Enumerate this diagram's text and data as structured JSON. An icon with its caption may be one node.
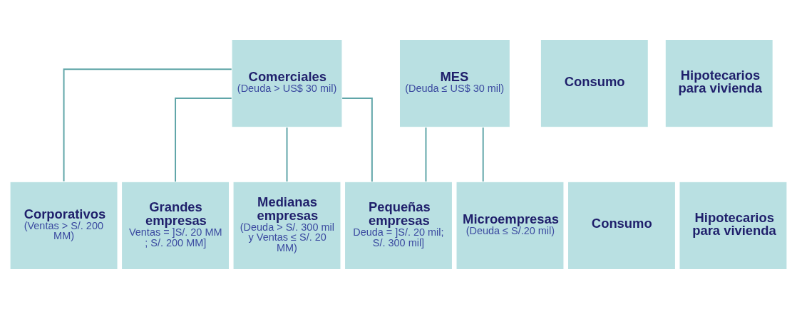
{
  "diagram": {
    "nodes": [
      {
        "text": [
          "Comerciales",
          "(Deuda > US$ 30 mil)"
        ]
      },
      {
        "text": [
          "MES",
          "(Deuda ≤ US$ 30 mil)"
        ]
      },
      {
        "text": [
          "Consumo"
        ]
      },
      {
        "text": [
          "Hipotecarios para vivienda"
        ]
      },
      {
        "text": [
          "Corporativos",
          "(Ventas > S/. 200 MM)"
        ]
      },
      {
        "text": [
          "Grandes empresas",
          "Ventas = ]S/. 20 MM ; S/. 200 MM]"
        ]
      },
      {
        "text": [
          "Medianas empresas",
          "(Deuda > S/. 300 mil y Ventas ≤ S/. 20 MM)"
        ]
      },
      {
        "text": [
          "Pequeñas empresas",
          "Deuda = ]S/. 20 mil; S/. 300 mil]"
        ]
      },
      {
        "text": [
          "Microempresas",
          "(Deuda ≤ S/.20 mil)"
        ]
      },
      {
        "text": [
          "Consumo"
        ]
      },
      {
        "text": [
          "Hipotecarios para vivienda"
        ]
      }
    ],
    "edges": [
      {
        "from": 0,
        "to": 4,
        "arrow": "none"
      },
      {
        "from": 0,
        "to": 5,
        "arrow": "none"
      },
      {
        "from": 0,
        "to": 6,
        "arrow": "none"
      },
      {
        "from": 0,
        "to": 7,
        "arrow": "none"
      },
      {
        "from": 1,
        "to": 7,
        "arrow": "none"
      },
      {
        "from": 1,
        "to": 8,
        "arrow": "none"
      }
    ]
  }
}
